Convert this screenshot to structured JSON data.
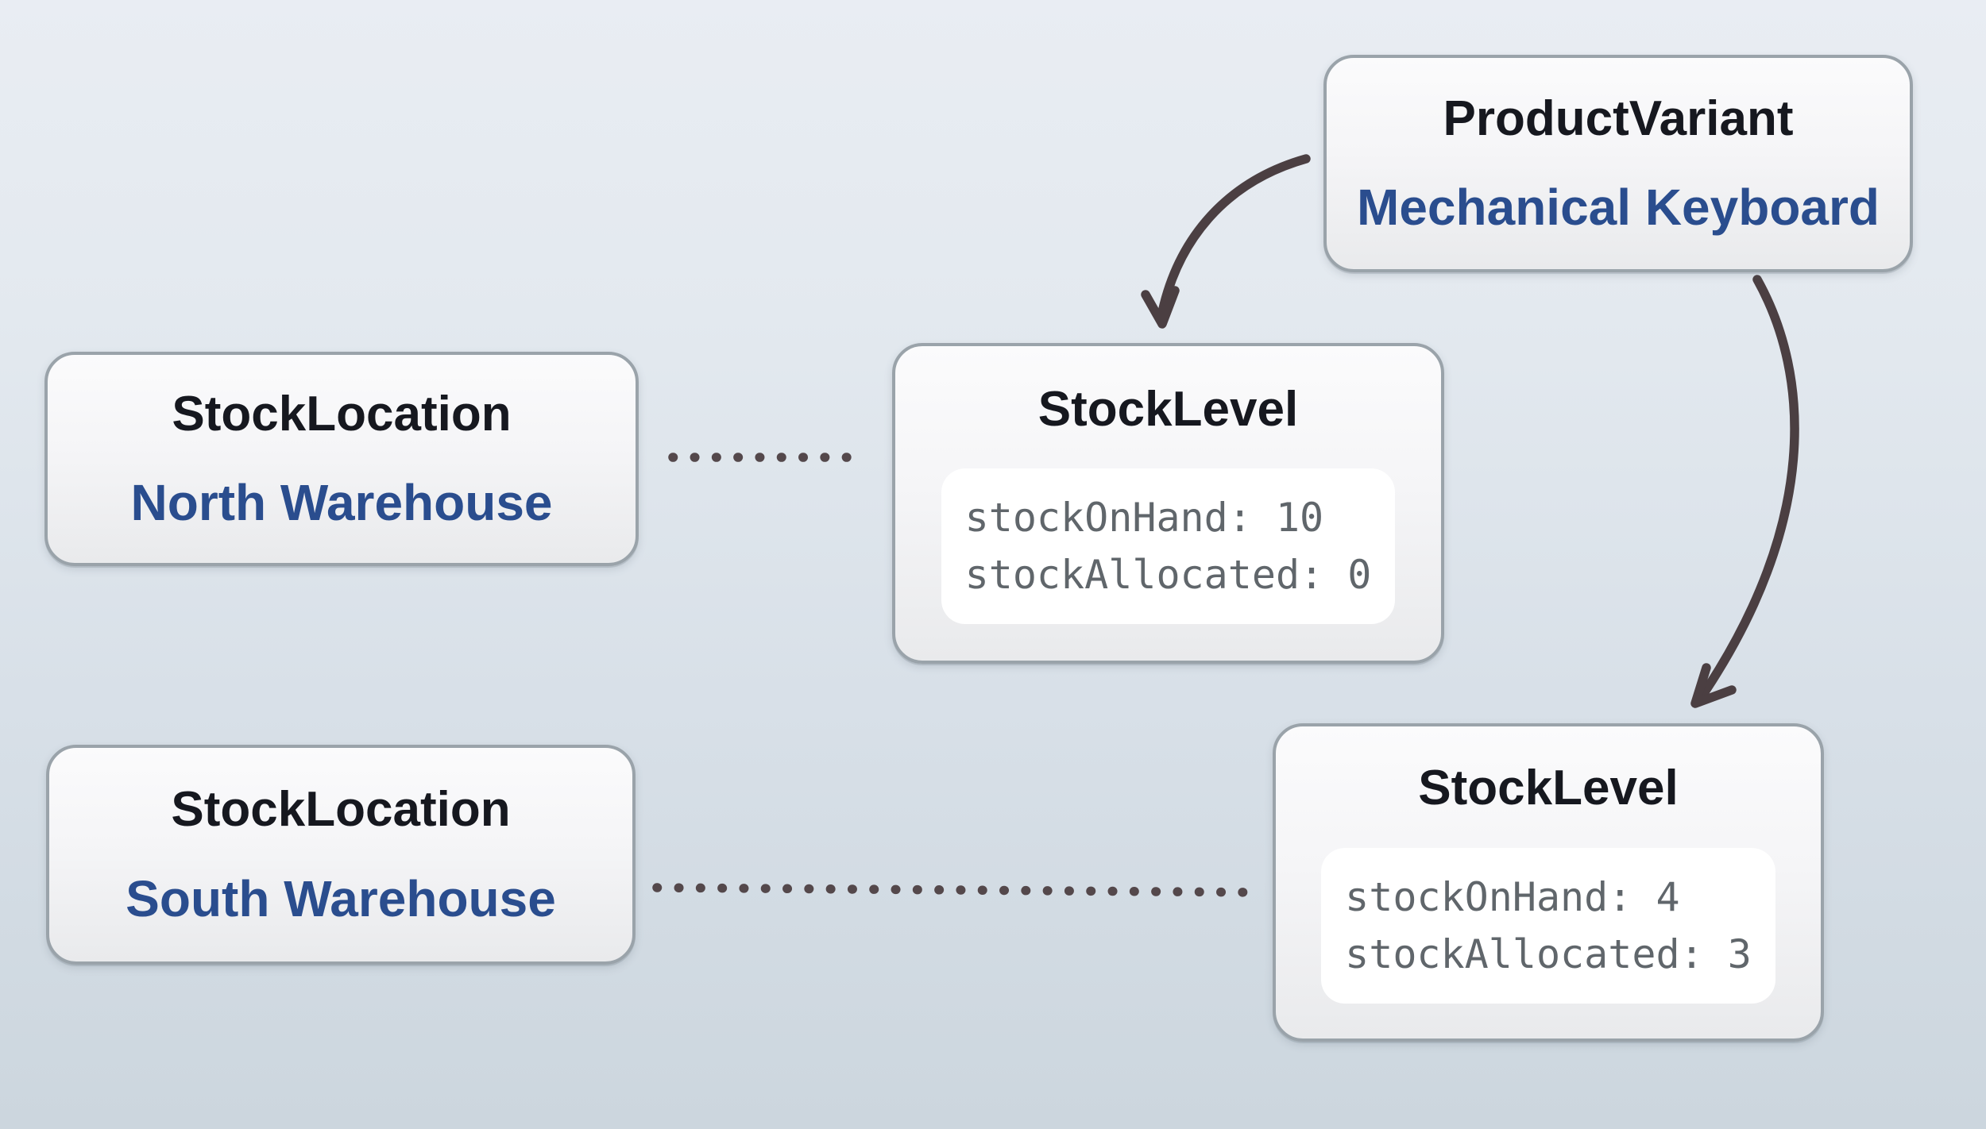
{
  "nodes": {
    "product_variant": {
      "type_label": "ProductVariant",
      "name": "Mechanical Keyboard"
    },
    "stock_location_north": {
      "type_label": "StockLocation",
      "name": "North Warehouse"
    },
    "stock_location_south": {
      "type_label": "StockLocation",
      "name": "South Warehouse"
    },
    "stock_level_north": {
      "type_label": "StockLevel",
      "lines": [
        "stockOnHand: 10",
        "stockAllocated: 0"
      ]
    },
    "stock_level_south": {
      "type_label": "StockLevel",
      "lines": [
        "stockOnHand: 4",
        "stockAllocated: 3"
      ]
    }
  },
  "connections": {
    "arrows": [
      {
        "from": "ProductVariant",
        "to": "StockLevel (stockOnHand: 10)"
      },
      {
        "from": "ProductVariant",
        "to": "StockLevel (stockOnHand: 4)"
      }
    ],
    "dotted_links": [
      {
        "from": "StockLocation North Warehouse",
        "to": "StockLevel (stockOnHand: 10)"
      },
      {
        "from": "StockLocation South Warehouse",
        "to": "StockLevel (stockOnHand: 4)"
      }
    ]
  },
  "colors": {
    "background_top": "#e9edf3",
    "background_bottom": "#ccd6de",
    "node_border": "#9aa3aa",
    "node_fill_top": "#fbfbfc",
    "node_fill_bottom": "#e9eaec",
    "title_text": "#16181f",
    "name_text": "#2a4d8e",
    "code_text": "#60666b",
    "code_panel_bg": "#ffffff",
    "arrow": "#4b3f42",
    "dot": "#54484b"
  }
}
